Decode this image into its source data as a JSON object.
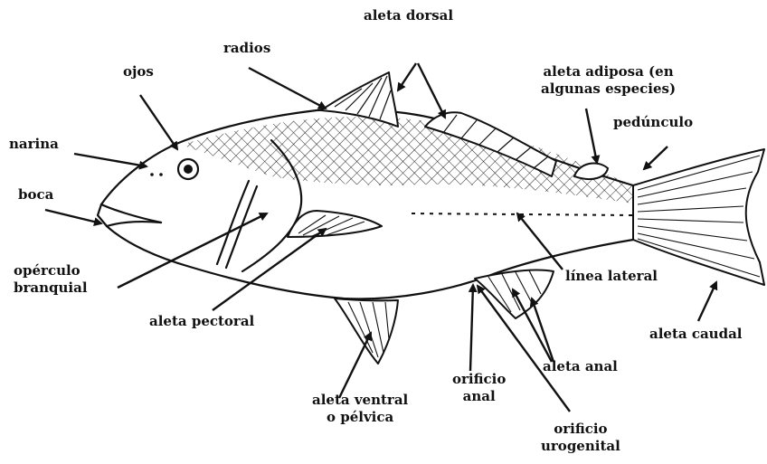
{
  "colors": {
    "ink": "#111111",
    "background": "#ffffff"
  },
  "labels": {
    "aleta_dorsal": "aleta dorsal",
    "radios": "radios",
    "ojos": "ojos",
    "narina": "narina",
    "boca": "boca",
    "opérculo_line1": "opérculo",
    "opérculo_line2": "branquial",
    "aleta_pectoral": "aleta pectoral",
    "aleta_ventral_line1": "aleta ventral",
    "aleta_ventral_line2": "o pélvica",
    "orificio_anal_line1": "orificio",
    "orificio_anal_line2": "anal",
    "orificio_urogenital_line1": "orificio",
    "orificio_urogenital_line2": "urogenital",
    "aleta_anal": "aleta anal",
    "linea_lateral": "línea lateral",
    "aleta_caudal": "aleta caudal",
    "pedunculo": "pedúnculo",
    "aleta_adiposa_line1": "aleta adiposa (en",
    "aleta_adiposa_line2": "algunas especies)"
  }
}
